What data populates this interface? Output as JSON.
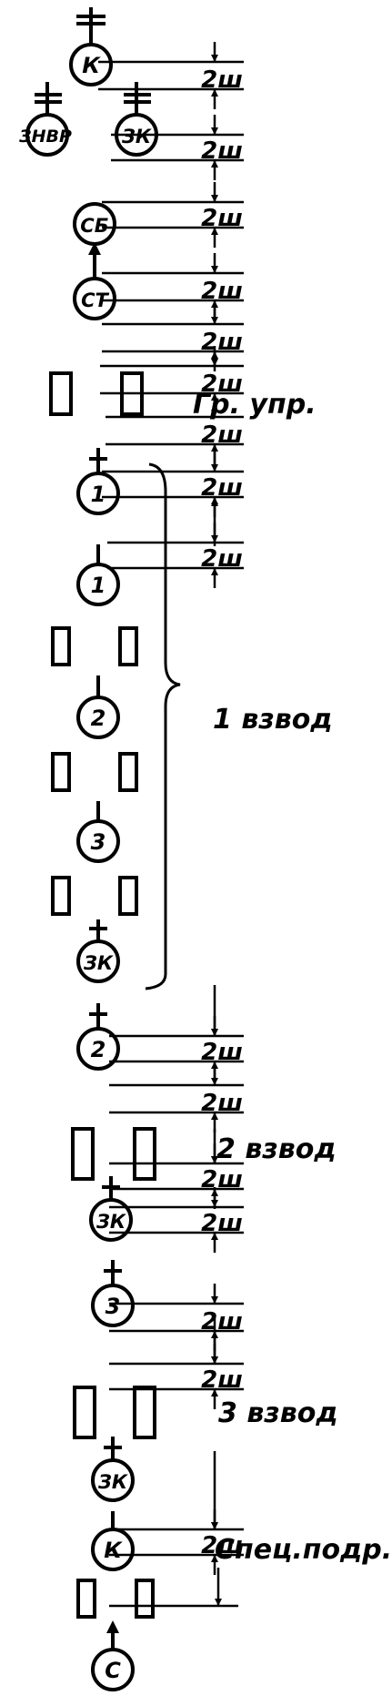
{
  "nodes": {
    "k_top": "К",
    "znvr": "ЗНВР",
    "zk_hq": "ЗК",
    "sb": "СБ",
    "st": "СТ",
    "p1_a": "1",
    "p1_b": "1",
    "p1_2": "2",
    "p1_3": "3",
    "p1_zk": "ЗК",
    "p2_2": "2",
    "p2_zk": "ЗК",
    "p3_3": "3",
    "p3_zk": "ЗК",
    "sp_k": "К",
    "sp_c": "С"
  },
  "spacing": "2ш",
  "groups": {
    "control": "Гр. упр.",
    "platoon1": "1 взвод",
    "platoon2": "2 взвод",
    "platoon3": "3 взвод",
    "special": "Спец.подр."
  }
}
